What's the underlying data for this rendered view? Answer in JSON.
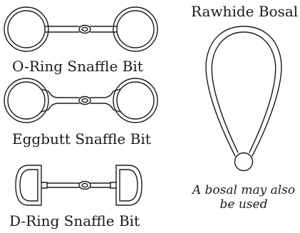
{
  "bits": [
    {
      "label": "O-Ring Snaffle Bit",
      "icon": "o-ring-snaffle-bit-icon"
    },
    {
      "label": "Eggbutt Snaffle Bit",
      "icon": "eggbutt-snaffle-bit-icon"
    },
    {
      "label": "D-Ring Snaffle Bit",
      "icon": "d-ring-snaffle-bit-icon"
    }
  ],
  "bosal": {
    "title": "Rawhide Bosal",
    "note_line1": "A bosal may also",
    "note_line2": "be used",
    "icon": "rawhide-bosal-icon"
  },
  "colors": {
    "ink": "#1a1a1a",
    "paper": "#ffffff"
  }
}
